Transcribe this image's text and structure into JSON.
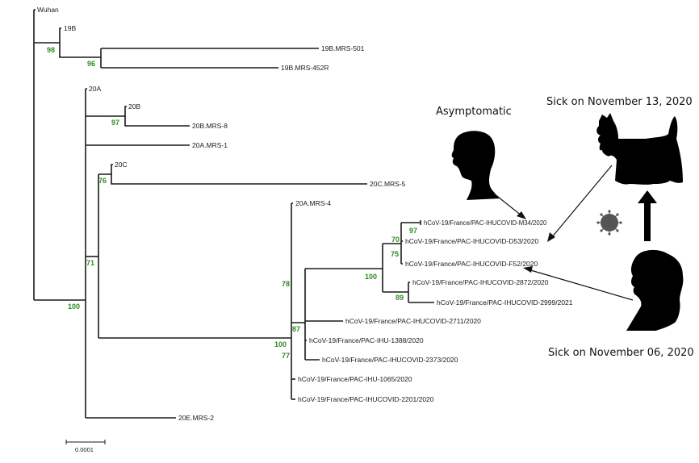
{
  "figure": {
    "type": "phylogenetic-tree",
    "scale_bar": {
      "label": "0.0001"
    }
  },
  "leaves": [
    {
      "id": "wuhan",
      "label": "Wuhan"
    },
    {
      "id": "19b",
      "label": "19B"
    },
    {
      "id": "19b-mrs-501",
      "label": "19B.MRS-501"
    },
    {
      "id": "19b-mrs-452r",
      "label": "19B.MRS-452R"
    },
    {
      "id": "20a",
      "label": "20A"
    },
    {
      "id": "20b",
      "label": "20B"
    },
    {
      "id": "20b-mrs-8",
      "label": "20B.MRS-8"
    },
    {
      "id": "20a-mrs-1",
      "label": "20A.MRS-1"
    },
    {
      "id": "20c",
      "label": "20C"
    },
    {
      "id": "20c-mrs-5",
      "label": "20C.MRS-5"
    },
    {
      "id": "20a-mrs-4",
      "label": "20A.MRS-4"
    },
    {
      "id": "m34",
      "label": "hCoV-19/France/PAC-IHUCOVID-M34/2020"
    },
    {
      "id": "d53",
      "label": "hCoV-19/France/PAC-IHUCOVID-D53/2020"
    },
    {
      "id": "f52",
      "label": "hCoV-19/France/PAC-IHUCOVID-F52/2020"
    },
    {
      "id": "2872",
      "label": "hCoV-19/France/PAC-IHUCOVID-2872/2020"
    },
    {
      "id": "2999",
      "label": "hCoV-19/France/PAC-IHUCOVID-2999/2021"
    },
    {
      "id": "2711",
      "label": "hCoV-19/France/PAC-IHUCOVID-2711/2020"
    },
    {
      "id": "1388",
      "label": "hCoV-19/France/PAC-IHU-1388/2020"
    },
    {
      "id": "2373",
      "label": "hCoV-19/France/PAC-IHUCOVID-2373/2020"
    },
    {
      "id": "1065",
      "label": "hCoV-19/France/PAC-IHU-1065/2020"
    },
    {
      "id": "2201",
      "label": "hCoV-19/France/PAC-IHUCOVID-2201/2020"
    },
    {
      "id": "20e-mrs-2",
      "label": "20E.MRS-2"
    }
  ],
  "bootstrap": [
    {
      "node": "19B-clade",
      "value": "98"
    },
    {
      "node": "19B-MRS",
      "value": "96"
    },
    {
      "node": "20B-clade",
      "value": "97"
    },
    {
      "node": "20C-clade",
      "value": "76"
    },
    {
      "node": "20A-20C",
      "value": "71"
    },
    {
      "node": "root",
      "value": "100"
    },
    {
      "node": "20A-MRS-4",
      "value": "78"
    },
    {
      "node": "cluster-A",
      "value": "87"
    },
    {
      "node": "cluster-B",
      "value": "100"
    },
    {
      "node": "cluster-C",
      "value": "77"
    },
    {
      "node": "household",
      "value": "100"
    },
    {
      "node": "M34-D53-F52",
      "value": "70"
    },
    {
      "node": "M34-D53",
      "value": "97"
    },
    {
      "node": "inner-75",
      "value": "75"
    },
    {
      "node": "2872-2999",
      "value": "89"
    }
  ],
  "annotations": {
    "asymptomatic": "Asymptomatic",
    "dog_sick": "Sick on November 13, 2020",
    "woman_sick": "Sick on November 06, 2020"
  },
  "icons": [
    "man-profile-silhouette",
    "scottish-terrier-silhouette",
    "woman-profile-silhouette",
    "coronavirus-icon",
    "up-arrow-icon"
  ],
  "colors": {
    "bootstrap": "#2e8b22",
    "branch": "#1a1a1a",
    "virus": "#555555"
  }
}
